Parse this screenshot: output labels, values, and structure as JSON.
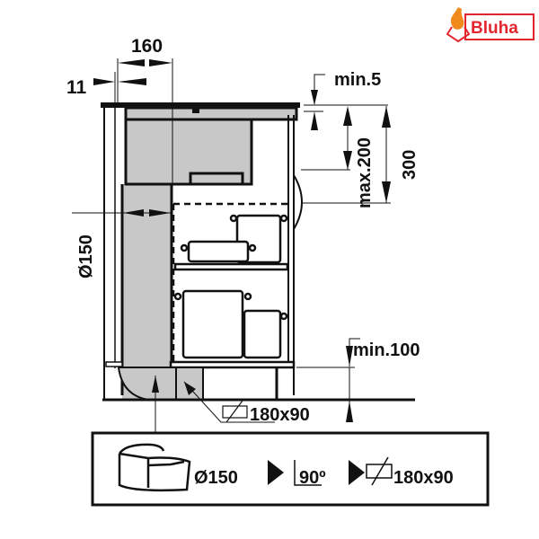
{
  "logo": {
    "text": "Bluha",
    "color": "#e3262e",
    "flame_color": "#f08a1c"
  },
  "dimensions": {
    "top_width": "160",
    "left_offset": "11",
    "min_gap": "min.5",
    "max_height": "max.200",
    "total_height": "300",
    "duct_diameter": "Ø150",
    "plinth_min": "min.100",
    "plinth_duct": "180x90"
  },
  "legend": {
    "round_duct": "Ø150",
    "bend_angle": "90º",
    "flat_duct": "180x90"
  },
  "colors": {
    "fill_gray": "#c8c8c8",
    "stroke": "#111111"
  }
}
